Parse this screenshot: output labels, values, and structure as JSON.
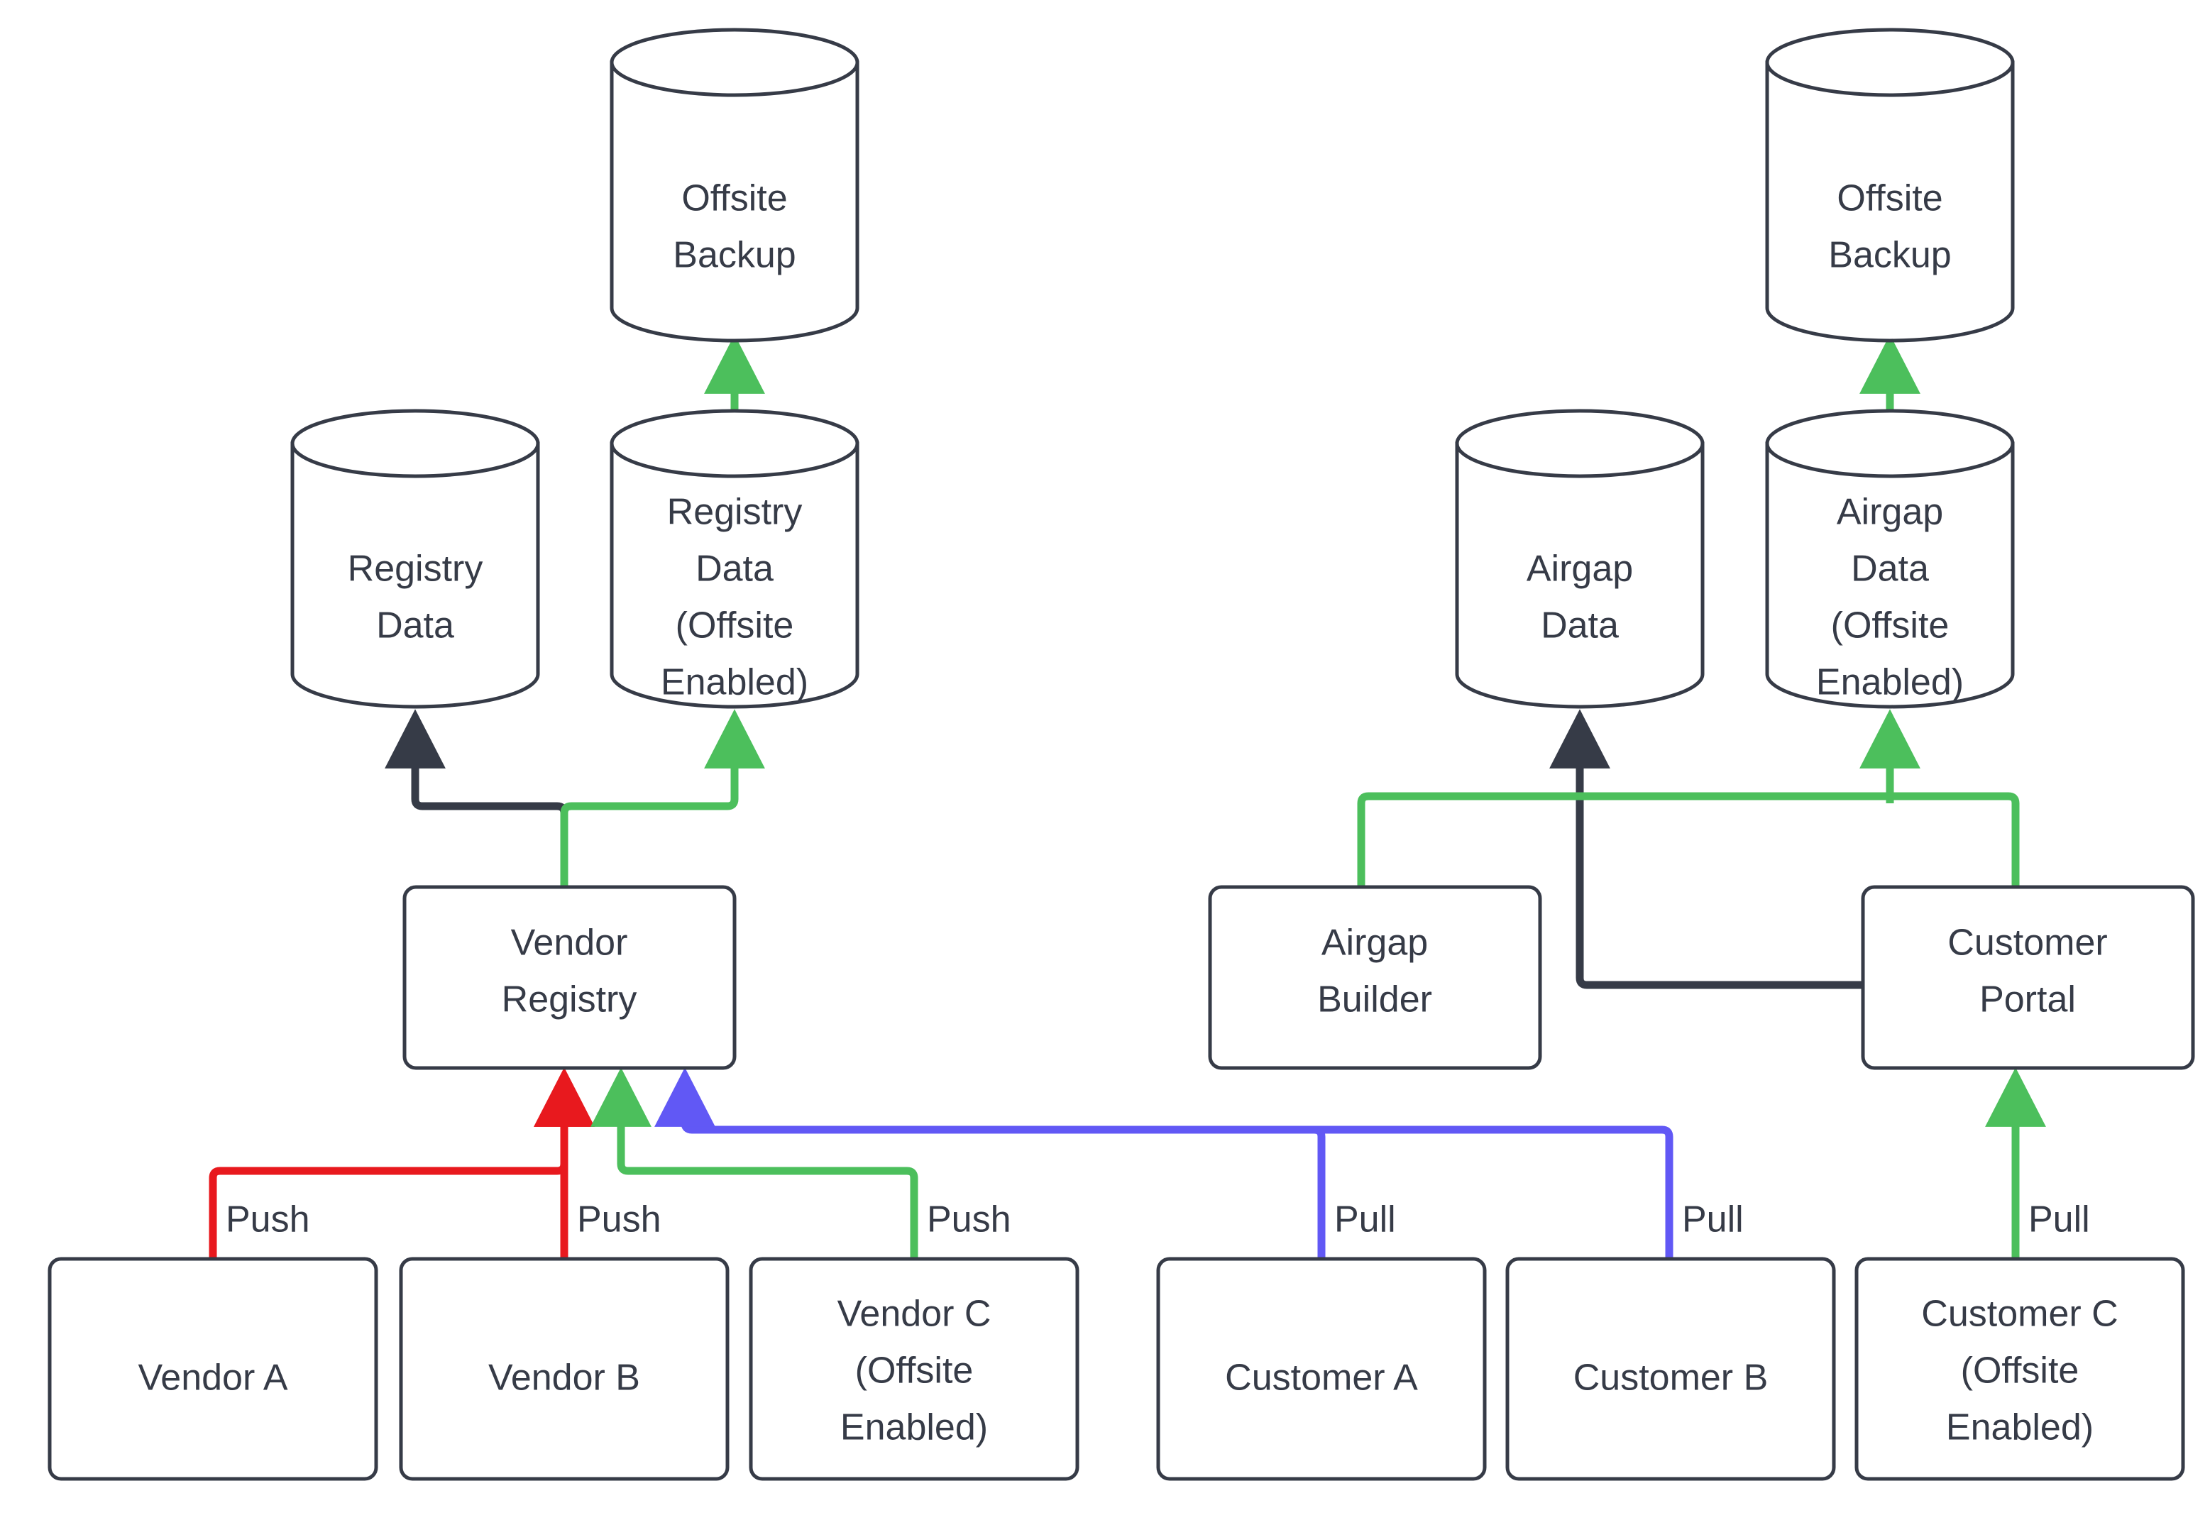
{
  "diagram": {
    "type": "flowchart",
    "background": "#ffffff",
    "colors": {
      "node_stroke": "#363B47",
      "node_fill": "#ffffff",
      "text": "#363B47",
      "flow_default": "#363B47",
      "flow_green": "#4CBF5C",
      "flow_red": "#E8191E",
      "flow_blue": "#6158F5"
    },
    "nodes": [
      {
        "id": "offsite-backup-left",
        "label": "Offsite\nBackup",
        "shape": "cylinder",
        "lines": [
          "Offsite",
          "Backup"
        ]
      },
      {
        "id": "registry-data",
        "label": "Registry\nData",
        "shape": "cylinder",
        "lines": [
          "Registry",
          "Data"
        ]
      },
      {
        "id": "registry-data-offsite",
        "label": "Registry\nData\n(Offsite\nEnabled)",
        "shape": "cylinder",
        "lines": [
          "Registry",
          "Data",
          "(Offsite",
          "Enabled)"
        ]
      },
      {
        "id": "vendor-registry",
        "label": "Vendor\nRegistry",
        "shape": "box",
        "lines": [
          "Vendor",
          "Registry"
        ]
      },
      {
        "id": "vendor-a",
        "label": "Vendor A",
        "shape": "box",
        "lines": [
          "Vendor A"
        ]
      },
      {
        "id": "vendor-b",
        "label": "Vendor B",
        "shape": "box",
        "lines": [
          "Vendor B"
        ]
      },
      {
        "id": "vendor-c",
        "label": "Vendor C\n(Offsite\nEnabled)",
        "shape": "box",
        "lines": [
          "Vendor C",
          "(Offsite",
          "Enabled)"
        ]
      },
      {
        "id": "offsite-backup-right",
        "label": "Offsite\nBackup",
        "shape": "cylinder",
        "lines": [
          "Offsite",
          "Backup"
        ]
      },
      {
        "id": "airgap-data",
        "label": "Airgap\nData",
        "shape": "cylinder",
        "lines": [
          "Airgap",
          "Data"
        ]
      },
      {
        "id": "airgap-data-offsite",
        "label": "Airgap\nData\n(Offsite\nEnabled)",
        "shape": "cylinder",
        "lines": [
          "Airgap",
          "Data",
          "(Offsite",
          "Enabled)"
        ]
      },
      {
        "id": "airgap-builder",
        "label": "Airgap\nBuilder",
        "shape": "box",
        "lines": [
          "Airgap",
          "Builder"
        ]
      },
      {
        "id": "customer-portal",
        "label": "Customer\nPortal",
        "shape": "box",
        "lines": [
          "Customer",
          "Portal"
        ]
      },
      {
        "id": "customer-a",
        "label": "Customer A",
        "shape": "box",
        "lines": [
          "Customer A"
        ]
      },
      {
        "id": "customer-b",
        "label": "Customer B",
        "shape": "box",
        "lines": [
          "Customer B"
        ]
      },
      {
        "id": "customer-c",
        "label": "Customer C\n(Offsite\nEnabled)",
        "shape": "box",
        "lines": [
          "Customer C",
          "(Offsite",
          "Enabled)"
        ]
      }
    ],
    "edge_labels": [
      {
        "id": "push-a",
        "text": "Push"
      },
      {
        "id": "push-b",
        "text": "Push"
      },
      {
        "id": "push-c",
        "text": "Push"
      },
      {
        "id": "pull-a",
        "text": "Pull"
      },
      {
        "id": "pull-b",
        "text": "Pull"
      },
      {
        "id": "pull-c",
        "text": "Pull"
      }
    ],
    "edges": [
      {
        "from": "vendor-a",
        "to": "vendor-registry",
        "label": "Push",
        "color": "#E8191E"
      },
      {
        "from": "vendor-b",
        "to": "vendor-registry",
        "label": "Push",
        "color": "#E8191E"
      },
      {
        "from": "vendor-c",
        "to": "vendor-registry",
        "label": "Push",
        "color": "#4CBF5C"
      },
      {
        "from": "vendor-registry",
        "to": "registry-data",
        "label": "",
        "color": "#363B47"
      },
      {
        "from": "vendor-registry",
        "to": "registry-data-offsite",
        "label": "",
        "color": "#4CBF5C"
      },
      {
        "from": "registry-data-offsite",
        "to": "offsite-backup-left",
        "label": "",
        "color": "#4CBF5C"
      },
      {
        "from": "customer-a",
        "to": "vendor-registry",
        "label": "Pull",
        "color": "#6158F5"
      },
      {
        "from": "customer-b",
        "to": "vendor-registry",
        "label": "Pull",
        "color": "#6158F5"
      },
      {
        "from": "customer-c",
        "to": "customer-portal",
        "label": "Pull",
        "color": "#4CBF5C"
      },
      {
        "from": "customer-portal",
        "to": "airgap-data",
        "label": "",
        "color": "#363B47"
      },
      {
        "from": "airgap-builder",
        "to": "airgap-data-offsite",
        "label": "",
        "color": "#4CBF5C"
      },
      {
        "from": "customer-portal",
        "to": "airgap-data-offsite",
        "label": "",
        "color": "#4CBF5C"
      },
      {
        "from": "airgap-data-offsite",
        "to": "offsite-backup-right",
        "label": "",
        "color": "#4CBF5C"
      }
    ]
  }
}
